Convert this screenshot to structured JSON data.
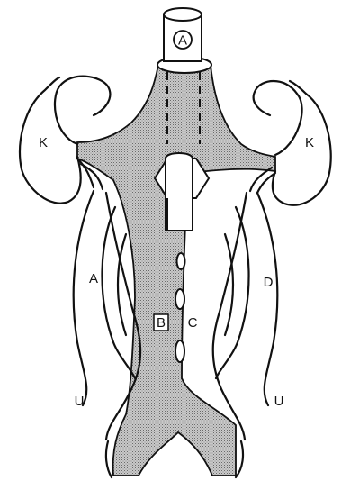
{
  "labels": {
    "A_circled": "A",
    "K_left": "K",
    "K_right": "K",
    "A": "A",
    "B_boxed": "B",
    "C": "C",
    "D": "D",
    "U_left": "U",
    "U_right": "U"
  }
}
